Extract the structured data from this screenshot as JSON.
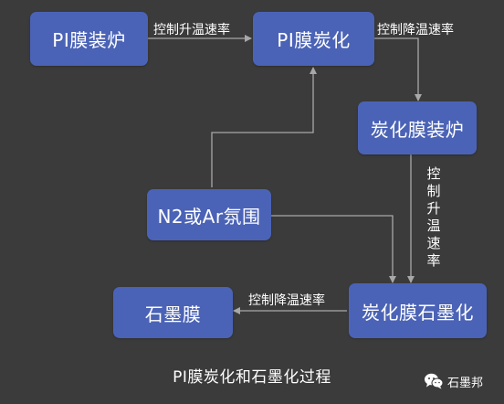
{
  "nodes": {
    "pi_film_loading": "PI膜装炉",
    "pi_film_carbonization": "PI膜炭化",
    "carbonized_film_loading": "炭化膜装炉",
    "atmosphere": "N2或Ar氛围",
    "carbonized_film_graphitization": "炭化膜石墨化",
    "graphite_film": "石墨膜"
  },
  "edges": {
    "heating_rate_top": "控制升温速率",
    "cooling_rate_top": "控制降温速率",
    "heating_rate_vertical": "控制升温速率",
    "cooling_rate_bottom": "控制降温速率"
  },
  "caption": "PI膜炭化和石墨化过程",
  "watermark": "石墨邦",
  "colors": {
    "background": "#3b3b3b",
    "node_fill": "#4b63b6",
    "text": "#ffffff",
    "connector": "#a8a8a8"
  },
  "icons": {
    "watermark_logo": "wechat-bubble-icon"
  }
}
